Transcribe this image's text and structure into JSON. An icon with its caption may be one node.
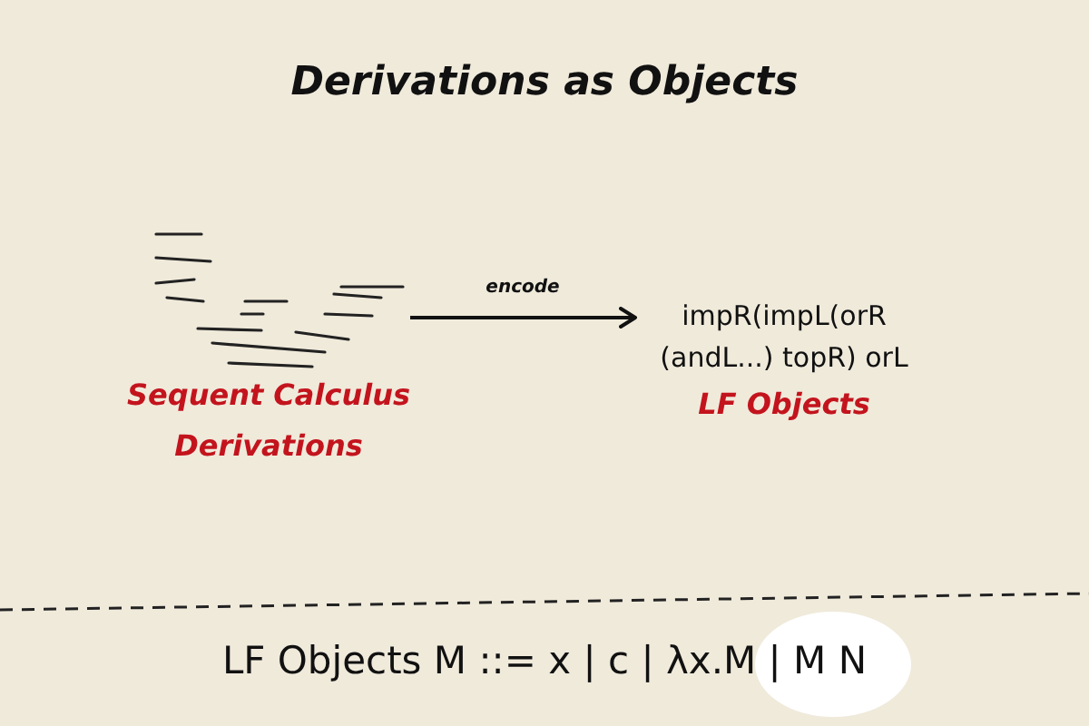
{
  "diagram": {
    "title": "Derivations as Objects",
    "nodes": [
      {
        "text": [],
        "shape": "picture",
        "beside": [
          "Sequent Calculus Derivations"
        ]
      },
      {
        "text": [
          "impR(impL(orR (andL...) topR) orL"
        ],
        "beside": [
          "LF Objects"
        ]
      }
    ],
    "edges": [
      {
        "from": 0,
        "to": 1,
        "arrow": "to",
        "label": "encode"
      }
    ],
    "labels": [
      "LF Objects M ::= x | c | λx.M | M N"
    ]
  }
}
